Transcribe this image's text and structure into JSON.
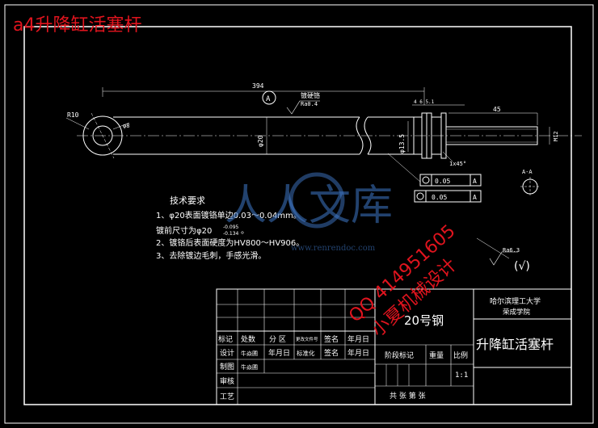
{
  "header": {
    "title": "a4升降缸活塞杆"
  },
  "drawing": {
    "overall_length": "394",
    "hole_dia": "R10",
    "hole_label": "φ8",
    "rod_dia": "φ20",
    "neck_dia": "φ13.5",
    "thread_dims": "4 6 5.1",
    "thread_right": "M12",
    "thread_len": "45",
    "roughness_left": "Ra0.4",
    "roughness_left_label": "镀硬铬",
    "datum": "A",
    "chamfer": "1x45°",
    "tol1": "0.05",
    "tol2": "0.05",
    "section_label": "A-A",
    "roughness_bottom": "Ra6.3",
    "check": "(√)"
  },
  "tech": {
    "heading": "技术要求",
    "line1": "1、φ20表面镀铬单边0.03～0.04mm。",
    "line2": "镀前尺寸为φ20",
    "line2_sup": "-0.095",
    "line2_sub": "-0.134",
    "line2_end": "。",
    "line3": "2、镀铬后表面硬度为HV800～HV906。",
    "line4": "3、去除镀边毛刺，手感光滑。"
  },
  "title_block": {
    "school": "哈尔滨理工大学",
    "school2": "荣成学院",
    "material": "20号钢",
    "part_name": "升降缸活塞杆",
    "labels": [
      "标记",
      "处数",
      "分 区",
      "更改文件号",
      "签名",
      "年月日"
    ],
    "row_design": [
      "设计",
      "牛焱圃",
      "年月日",
      "标准化",
      "签名",
      "年月日"
    ],
    "row_draw": [
      "制图",
      "牛焱圃"
    ],
    "row_review": "审核",
    "row_process": "工艺",
    "stage": "阶段标记",
    "weight": "重量",
    "scale_label": "比例",
    "scale": "1:1",
    "sheets": "共  张    第  张"
  },
  "overlay": {
    "watermark": "人人文库",
    "watermark_url": "www.renrendoc.com",
    "qq": "QQ 414951605",
    "design": "小夏机械设计"
  }
}
